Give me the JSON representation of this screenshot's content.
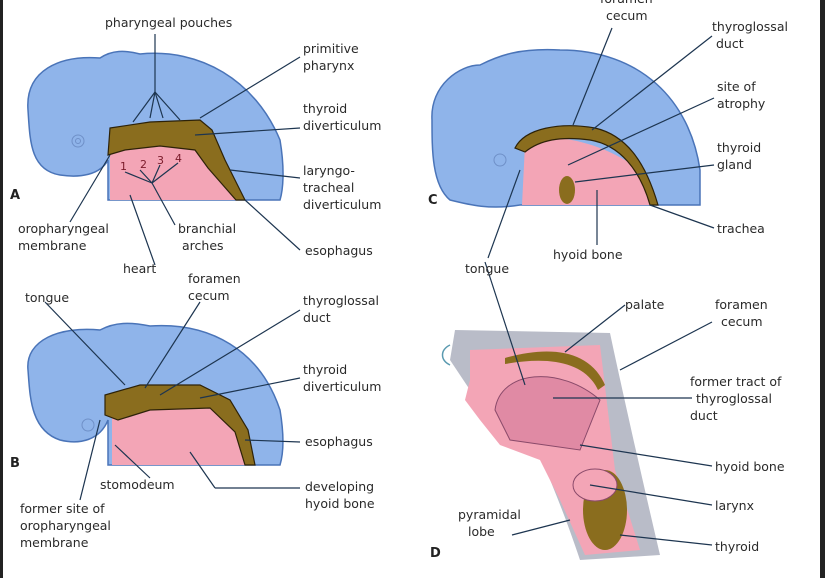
{
  "colors": {
    "ectoderm": "#8fb4ea",
    "outline": "#4a74b8",
    "mesoderm": "#f3a5b6",
    "endoderm": "#8a6d1e",
    "neck": "#b9bcc8",
    "line": "#1d3550"
  },
  "panels": {
    "A": {
      "letter": "A",
      "labels": {
        "pharyngeal_pouches": "pharyngeal pouches",
        "primitive_pharynx": [
          "primitive",
          "pharynx"
        ],
        "thyroid_diverticulum": [
          "thyroid",
          "diverticulum"
        ],
        "laryngotracheal_diverticulum": [
          "laryngo-",
          "tracheal",
          "diverticulum"
        ],
        "esophagus": "esophagus",
        "oropharyngeal_membrane": [
          "oropharyngeal",
          "membrane"
        ],
        "branchial_arches": [
          "branchial",
          "arches"
        ],
        "heart": "heart",
        "arch_numbers": [
          "1",
          "2",
          "3",
          "4"
        ]
      }
    },
    "B": {
      "letter": "B",
      "labels": {
        "tongue": "tongue",
        "foramen_cecum": [
          "foramen",
          "cecum"
        ],
        "thyroglossal_duct": [
          "thyroglossal",
          "duct"
        ],
        "thyroid_diverticulum": [
          "thyroid",
          "diverticulum"
        ],
        "esophagus": "esophagus",
        "stomodeum": "stomodeum",
        "developing_hyoid_bone": [
          "developing",
          "hyoid bone"
        ],
        "former_site": [
          "former site of",
          "oropharyngeal",
          "membrane"
        ]
      }
    },
    "C": {
      "letter": "C",
      "labels": {
        "foramen_cecum": [
          "foramen",
          "cecum"
        ],
        "thyroglossal_duct": [
          "thyroglossal",
          "duct"
        ],
        "site_of_atrophy": [
          "site of",
          "atrophy"
        ],
        "thyroid_gland": [
          "thyroid",
          "gland"
        ],
        "trachea": "trachea",
        "hyoid_bone": "hyoid bone",
        "tongue": "tongue"
      }
    },
    "D": {
      "letter": "D",
      "labels": {
        "palate": "palate",
        "foramen_cecum": [
          "foramen",
          "cecum"
        ],
        "former_tract": [
          "former tract of",
          "thyroglossal",
          "duct"
        ],
        "hyoid_bone": "hyoid bone",
        "larynx": "larynx",
        "thyroid": "thyroid",
        "pyramidal_lobe": [
          "pyramidal",
          "lobe"
        ]
      }
    }
  }
}
